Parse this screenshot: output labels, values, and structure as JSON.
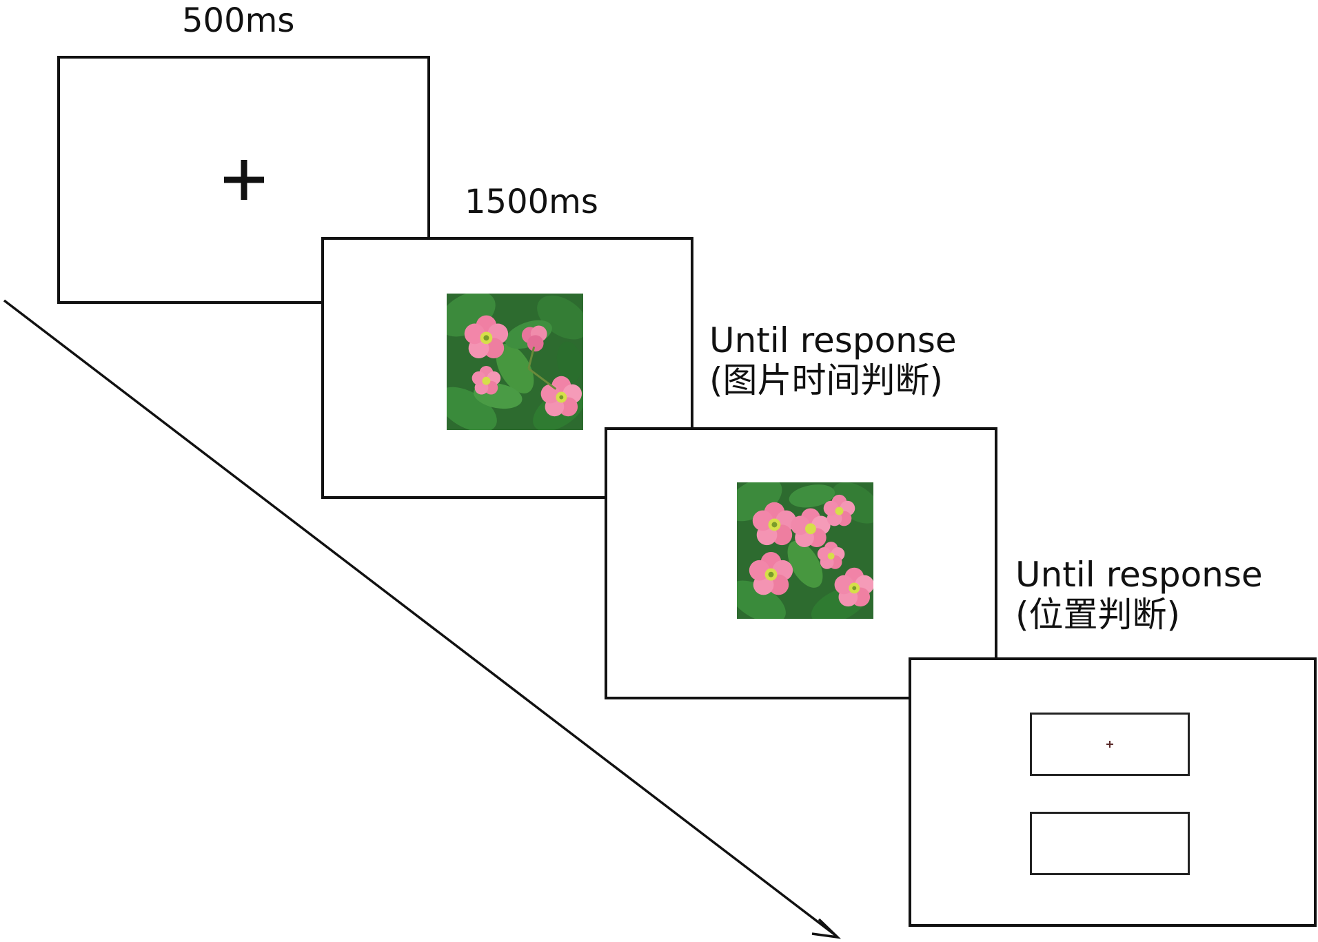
{
  "sequence": {
    "frames": [
      {
        "duration_label": "500ms",
        "content": "fixation-cross"
      },
      {
        "duration_label": "1500ms",
        "content": "flower-image"
      },
      {
        "duration_line1": "Until response",
        "duration_line2": "(图片时间判断)",
        "content": "flower-image"
      },
      {
        "duration_line1": "Until response",
        "duration_line2": "(位置判断)",
        "content": "two-location-boxes"
      }
    ],
    "arrow": "time-arrow"
  },
  "colors": {
    "line": "#111111",
    "background": "#ffffff",
    "leaf_green": "#2f7a34",
    "petal_pink": "#f08aa8",
    "flower_center": "#c9d43a"
  }
}
